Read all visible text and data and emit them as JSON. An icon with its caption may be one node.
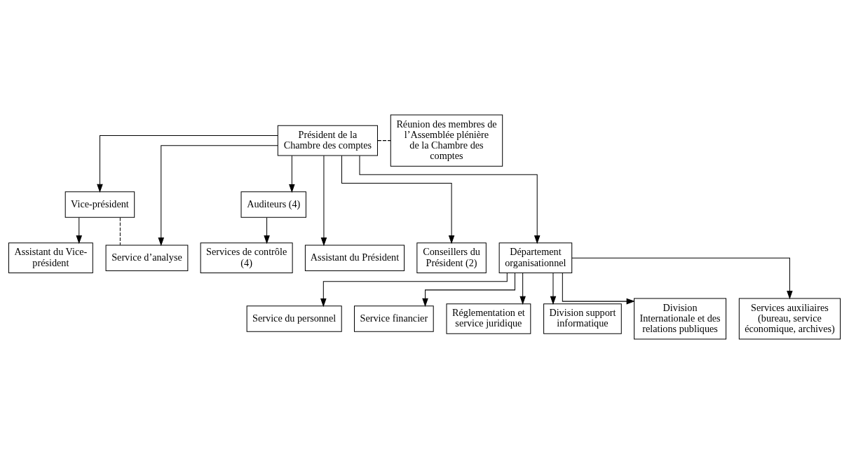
{
  "diagram": {
    "nodes": [
      {
        "text": [
          "Président de la Chambre des comptes"
        ]
      },
      {
        "text": [
          "Réunion des membres de l’Assemblée plénière de la Chambre des comptes"
        ]
      },
      {
        "text": [
          "Vice-président"
        ]
      },
      {
        "text": [
          "Auditeurs (4)"
        ]
      },
      {
        "text": [
          "Assistant du Vice-président"
        ]
      },
      {
        "text": [
          "Service d’analyse"
        ]
      },
      {
        "text": [
          "Assistant du Président"
        ]
      },
      {
        "text": [
          "Conseillers du Président (2)"
        ]
      },
      {
        "text": [
          "Département organisationnel"
        ]
      },
      {
        "text": [
          "Services de contrôle (4)"
        ]
      },
      {
        "text": [
          "Service du personnel"
        ]
      },
      {
        "text": [
          "Service financier"
        ]
      },
      {
        "text": [
          "Réglementation et service juridique"
        ]
      },
      {
        "text": [
          "Division support informatique"
        ]
      },
      {
        "text": [
          "Division Internationale et des relations publiques"
        ]
      },
      {
        "text": [
          "Services auxiliaires (bureau, service économique, archives)"
        ]
      }
    ],
    "edges": [
      {
        "from": 0,
        "to": 1,
        "arrow": "none",
        "style": "dashed"
      },
      {
        "from": 0,
        "to": 2,
        "arrow": "to"
      },
      {
        "from": 0,
        "to": 3,
        "arrow": "to"
      },
      {
        "from": 0,
        "to": 5,
        "arrow": "to"
      },
      {
        "from": 0,
        "to": 6,
        "arrow": "to"
      },
      {
        "from": 0,
        "to": 7,
        "arrow": "to"
      },
      {
        "from": 0,
        "to": 8,
        "arrow": "to"
      },
      {
        "from": 2,
        "to": 4,
        "arrow": "to"
      },
      {
        "from": 2,
        "to": 5,
        "arrow": "none",
        "style": "dashed"
      },
      {
        "from": 3,
        "to": 9,
        "arrow": "to"
      },
      {
        "from": 8,
        "to": 10,
        "arrow": "to"
      },
      {
        "from": 8,
        "to": 11,
        "arrow": "to"
      },
      {
        "from": 8,
        "to": 12,
        "arrow": "to"
      },
      {
        "from": 8,
        "to": 13,
        "arrow": "to"
      },
      {
        "from": 8,
        "to": 14,
        "arrow": "to"
      },
      {
        "from": 8,
        "to": 15,
        "arrow": "to"
      }
    ]
  }
}
